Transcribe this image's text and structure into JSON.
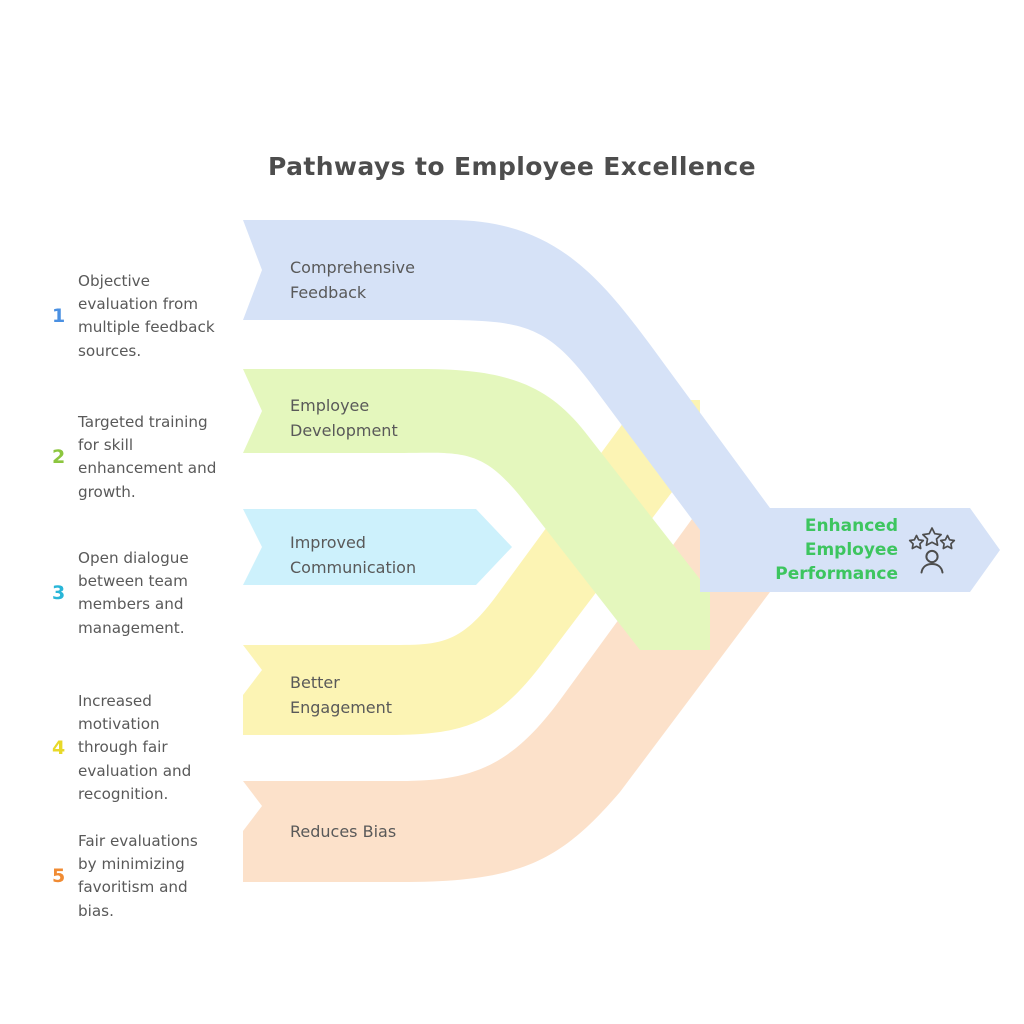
{
  "chart_data": {
    "type": "diagram",
    "diagram_kind": "converging-flow",
    "title": "Pathways to Employee Excellence",
    "flow_direction": "left-to-right converging",
    "outcome": {
      "label": "Enhanced\nEmployee\nPerformance",
      "text_color": "#3dc55f",
      "band_color": "#d6e2f7",
      "icon": "person-with-three-stars-icon"
    },
    "steps": [
      {
        "number": "1",
        "number_color": "#4a90e2",
        "description": "Objective evaluation from multiple feedback sources.",
        "flow_label": "Comprehensive\nFeedback",
        "band_color": "#d6e2f7"
      },
      {
        "number": "2",
        "number_color": "#8cc63f",
        "description": "Targeted training for skill enhancement and growth.",
        "flow_label": "Employee\nDevelopment",
        "band_color": "#e4f7bd"
      },
      {
        "number": "3",
        "number_color": "#29b6d8",
        "description": "Open dialogue between team members and management.",
        "flow_label": "Improved\nCommunication",
        "band_color": "#cdf1fc"
      },
      {
        "number": "4",
        "number_color": "#e8d928",
        "description": "Increased motivation through fair evaluation and recognition.",
        "flow_label": "Better\nEngagement",
        "band_color": "#fcf4b4"
      },
      {
        "number": "5",
        "number_color": "#f08b33",
        "description": "Fair evaluations by minimizing favoritism and bias.",
        "flow_label": "Reduces Bias",
        "band_color": "#fce1ca"
      }
    ],
    "background_color": "#ffffff",
    "title_color": "#4d4d4d",
    "description_color": "#595959"
  }
}
